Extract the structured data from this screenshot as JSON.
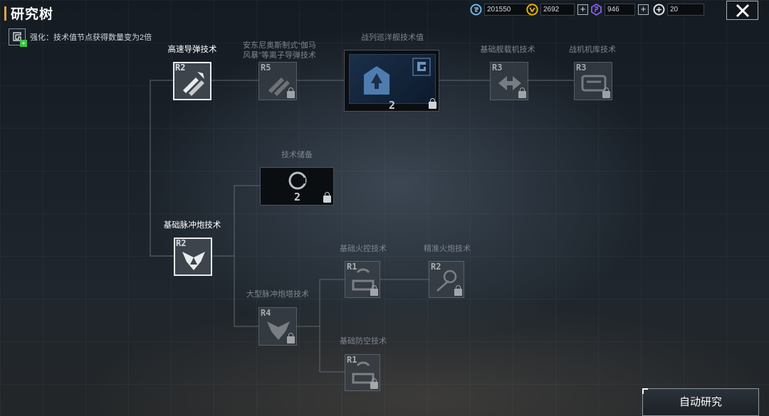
{
  "header": {
    "title": "研究树"
  },
  "bonus": {
    "text": "强化：技术值节点获得数量变为2倍"
  },
  "resources": {
    "credits": "201550",
    "gold": "2692",
    "crystal": "946",
    "research": "20"
  },
  "colors": {
    "accent": "#e6a23c",
    "gold": "#e8b400",
    "crystal": "#8b5cf6",
    "credits": "#6fb6e8"
  },
  "nodes": {
    "missile_tech": {
      "label": "高速导弹技术",
      "tier": "R2"
    },
    "ion_missile": {
      "label1": "安东尼奥斯制式“伽马",
      "label2": "风暴”等离子导弹技术",
      "tier": "R5"
    },
    "battlecruiser": {
      "label": "战列巡洋舰技术值",
      "count": "2"
    },
    "carrier_tech": {
      "label": "基础舰载机技术",
      "tier": "R3"
    },
    "hangar_tech": {
      "label": "战机机库技术",
      "tier": "R3"
    },
    "tech_reserve": {
      "label": "技术储备",
      "count": "2"
    },
    "pulse_cannon": {
      "label": "基础脉冲炮技术",
      "tier": "R2"
    },
    "fire_control": {
      "label": "基础火控技术",
      "tier": "R1"
    },
    "precision_gun": {
      "label": "精准火炮技术",
      "tier": "R2"
    },
    "pulse_turret": {
      "label": "大型脉冲炮塔技术",
      "tier": "R4"
    },
    "air_defense": {
      "label": "基础防空技术",
      "tier": "R1"
    }
  },
  "buttons": {
    "auto_research": "自动研究"
  }
}
